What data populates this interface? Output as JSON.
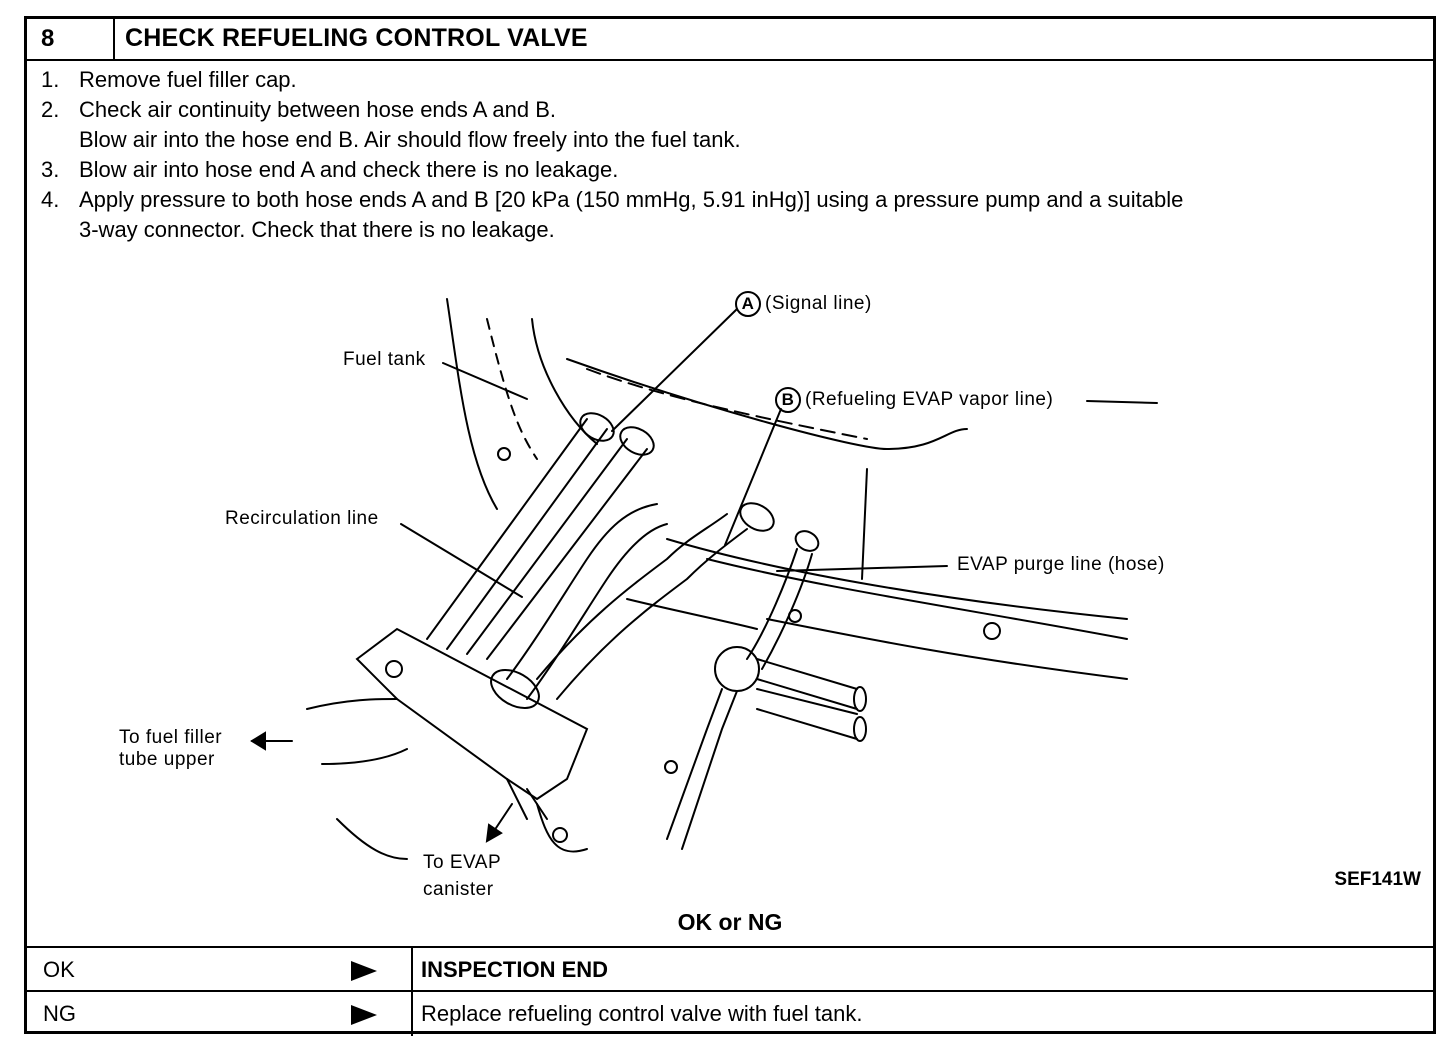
{
  "header": {
    "number": "8",
    "title": "CHECK REFUELING CONTROL VALVE"
  },
  "steps": [
    {
      "num": "1.",
      "lines": [
        "Remove fuel filler cap."
      ]
    },
    {
      "num": "2.",
      "lines": [
        "Check air continuity between hose ends A and B.",
        "Blow air into the hose end B. Air should flow freely into the fuel tank."
      ]
    },
    {
      "num": "3.",
      "lines": [
        "Blow air into hose end A and check there is no leakage."
      ]
    },
    {
      "num": "4.",
      "lines": [
        "Apply pressure to both hose ends A and B [20 kPa (150 mmHg, 5.91 inHg)] using a pressure pump and a suitable",
        "3-way connector. Check that there is no leakage."
      ]
    }
  ],
  "figure": {
    "labels": {
      "signal_letter": "A",
      "signal_line": "(Signal line)",
      "refuel_letter": "B",
      "refuel_line": "(Refueling EVAP vapor line)",
      "fuel_tank": "Fuel tank",
      "recirc": "Recirculation line",
      "purge": "EVAP purge line (hose)",
      "filler_1": "To fuel filler",
      "filler_2": "tube upper",
      "canister_1": "To EVAP",
      "canister_2": "canister"
    },
    "figure_code": "SEF141W"
  },
  "ok_ng": "OK or NG",
  "results": [
    {
      "key": "OK",
      "value": "INSPECTION END",
      "bold": true
    },
    {
      "key": "NG",
      "value": "Replace refueling control valve with fuel tank.",
      "bold": false
    }
  ]
}
